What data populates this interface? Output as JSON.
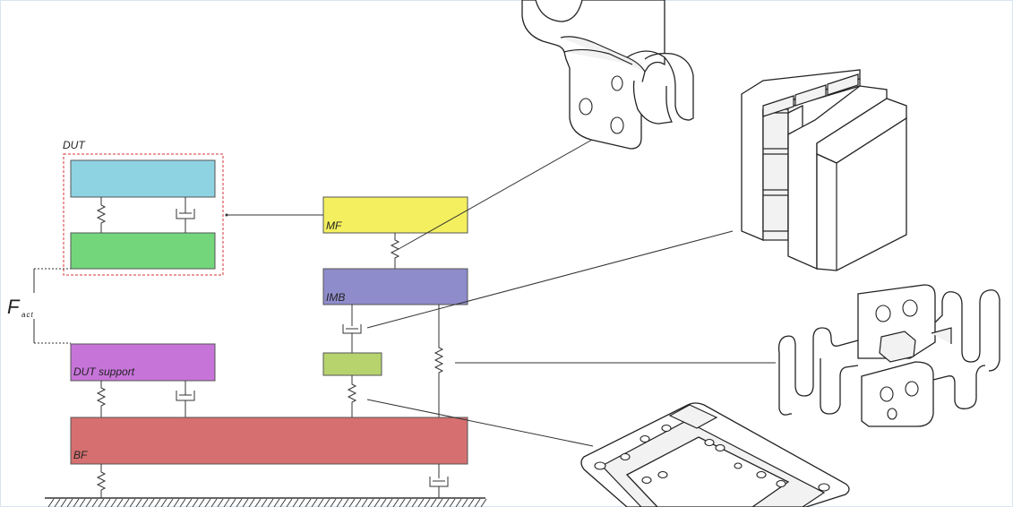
{
  "labels": {
    "dut": "DUT",
    "mf": "MF",
    "imb": "IMB",
    "dut_support": "DUT support",
    "bf": "BF",
    "f_act_main": "F",
    "f_act_sub": "act"
  },
  "colors": {
    "dut_top": "#8ed3e2",
    "dut_bottom": "#73d67b",
    "mf": "#f4ef5e",
    "imb": "#8f8ccb",
    "dut_support": "#c774d9",
    "small_mass": "#b6d36e",
    "bf": "#d66f70",
    "dut_outline": "#d9333a"
  },
  "illustrations": [
    {
      "name": "flexure-hinge-drawing"
    },
    {
      "name": "magnet-array-drawing"
    },
    {
      "name": "serpentine-spring-drawing"
    },
    {
      "name": "base-plate-drawing"
    }
  ]
}
